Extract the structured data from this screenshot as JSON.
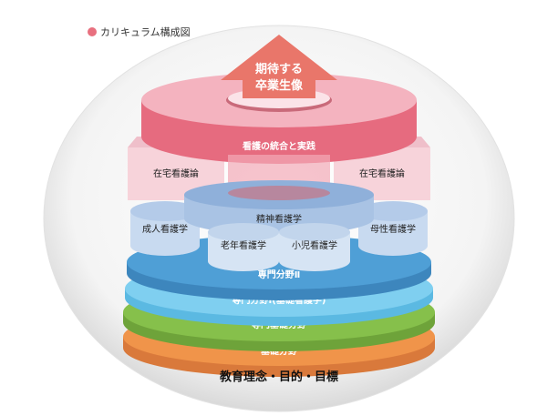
{
  "legend": {
    "label": "カリキュラム構成図",
    "marker_color": "#e8707f"
  },
  "goal": {
    "line1": "期待する",
    "line2": "卒業生像"
  },
  "integration": {
    "label": "看護の統合と実践"
  },
  "home_care": {
    "left": "在宅看護論",
    "right": "在宅看護論"
  },
  "clinical": {
    "adult": "成人看護学",
    "psychiatric": "精神看護学",
    "maternal": "母性看護学",
    "elderly": "老年看護学",
    "pediatric": "小児看護学"
  },
  "layers": [
    {
      "label": "専門分野Ⅱ",
      "color": "#4f9fd6"
    },
    {
      "label": "専門分野Ⅰ(基礎看護学)",
      "color": "#7fcff0"
    },
    {
      "label": "専門基礎分野",
      "color": "#86c04b"
    },
    {
      "label": "基礎分野",
      "color": "#f0944a"
    }
  ],
  "foundation": {
    "label": "教育理念・目的・目標"
  }
}
